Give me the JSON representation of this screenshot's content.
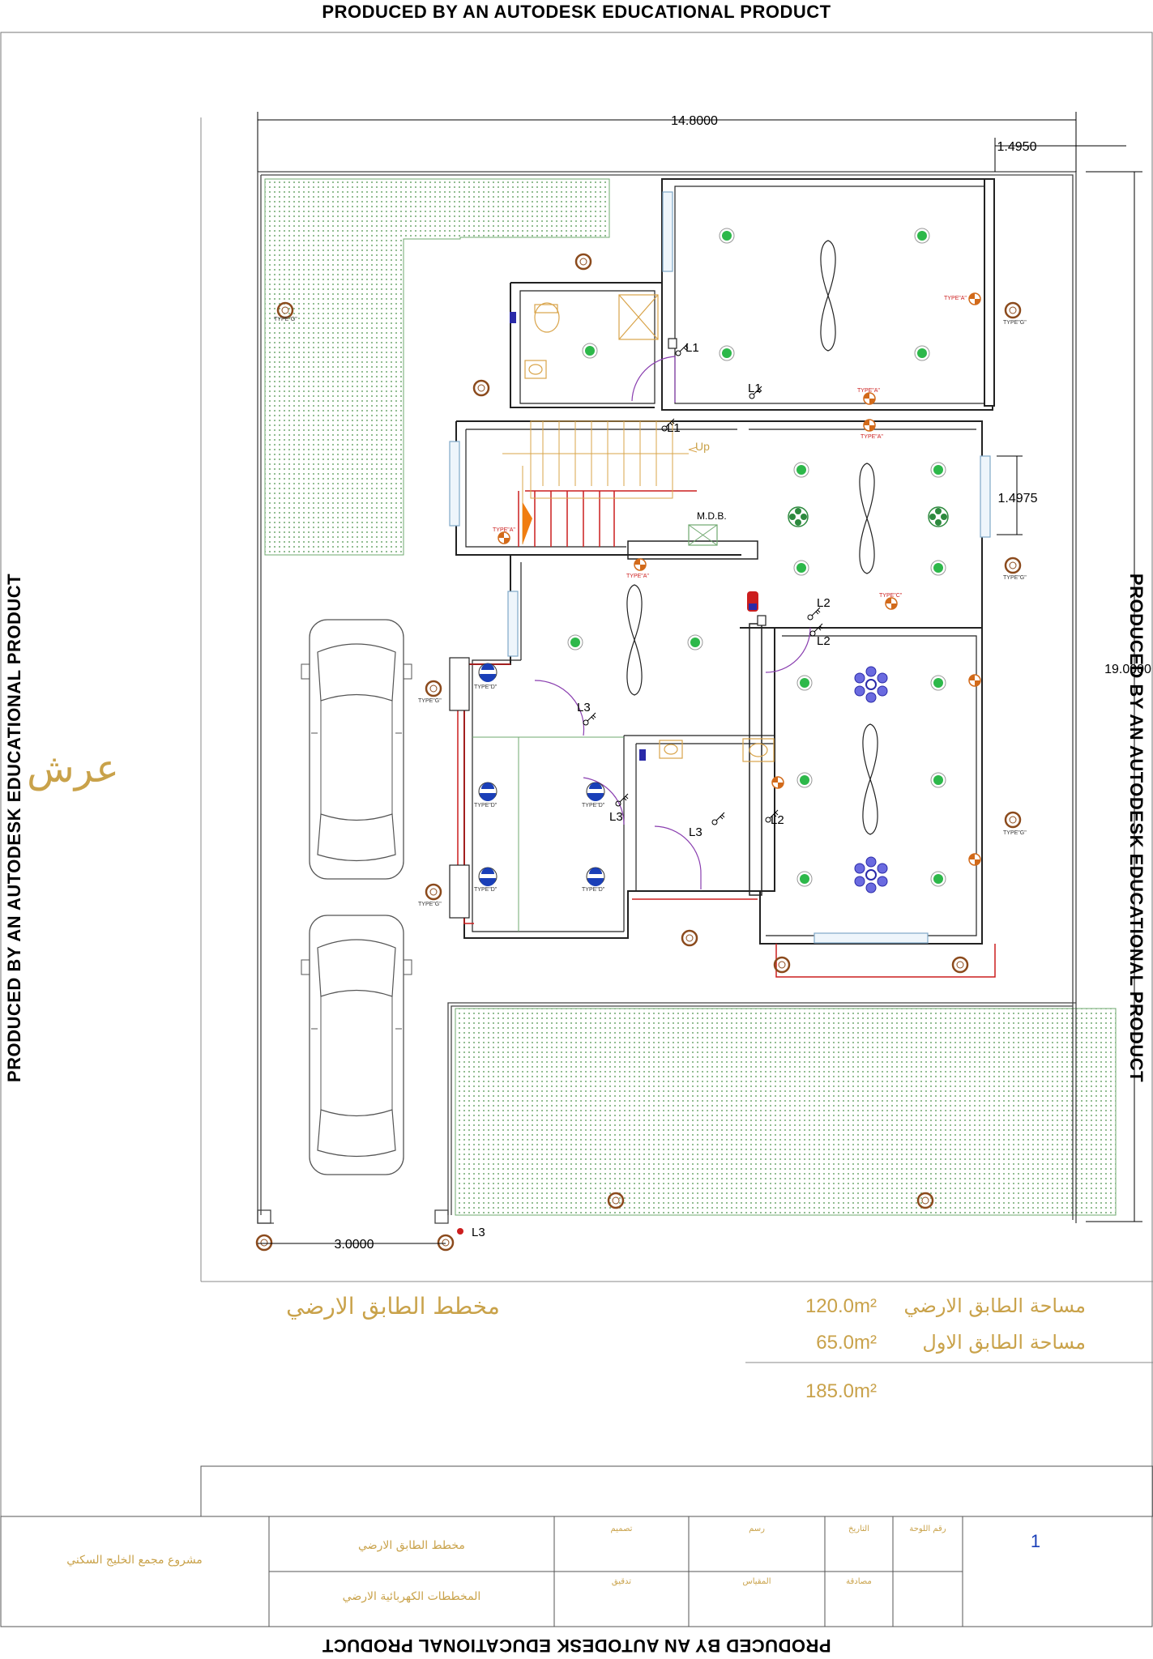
{
  "watermark": "PRODUCED BY AN AUTODESK EDUCATIONAL PRODUCT",
  "dimensions": {
    "overall_width": "14.8000",
    "right_setback": "1.4950",
    "window_width": "1.4975",
    "overall_depth": "19.0000",
    "parking_width": "3.0000"
  },
  "labels": {
    "up": "Up",
    "mdb": "M.D.B.",
    "l1": "L1",
    "l2": "L2",
    "l3": "L3",
    "north_arrow": "عرش"
  },
  "fixture_types": {
    "type_g": "TYPE\"G\"",
    "type_d": "TYPE\"D\"",
    "type_a": "TYPE\"A\"",
    "type_c": "TYPE\"C\""
  },
  "plan_title": "مخطط الطابق الارضي",
  "areas": {
    "ground_value": "120.0m²",
    "ground_label": "مساحة الطابق الارضي",
    "first_value": "65.0m²",
    "first_label": "مساحة الطابق الاول",
    "total_value": "185.0m²"
  },
  "title_block": {
    "project": "مشروع مجمع الخليج السكني",
    "drawing_name": "مخطط الطابق الارضي",
    "drawing_subtitle": "المخططات الكهربائية الارضي",
    "sheet_label": "رقم اللوحة",
    "sheet_number": "1",
    "checked": "تدقيق",
    "designed": "تصميم",
    "drawn": "رسم",
    "scale": "المقياس",
    "date": "التاريخ",
    "approved": "مصادقة"
  }
}
